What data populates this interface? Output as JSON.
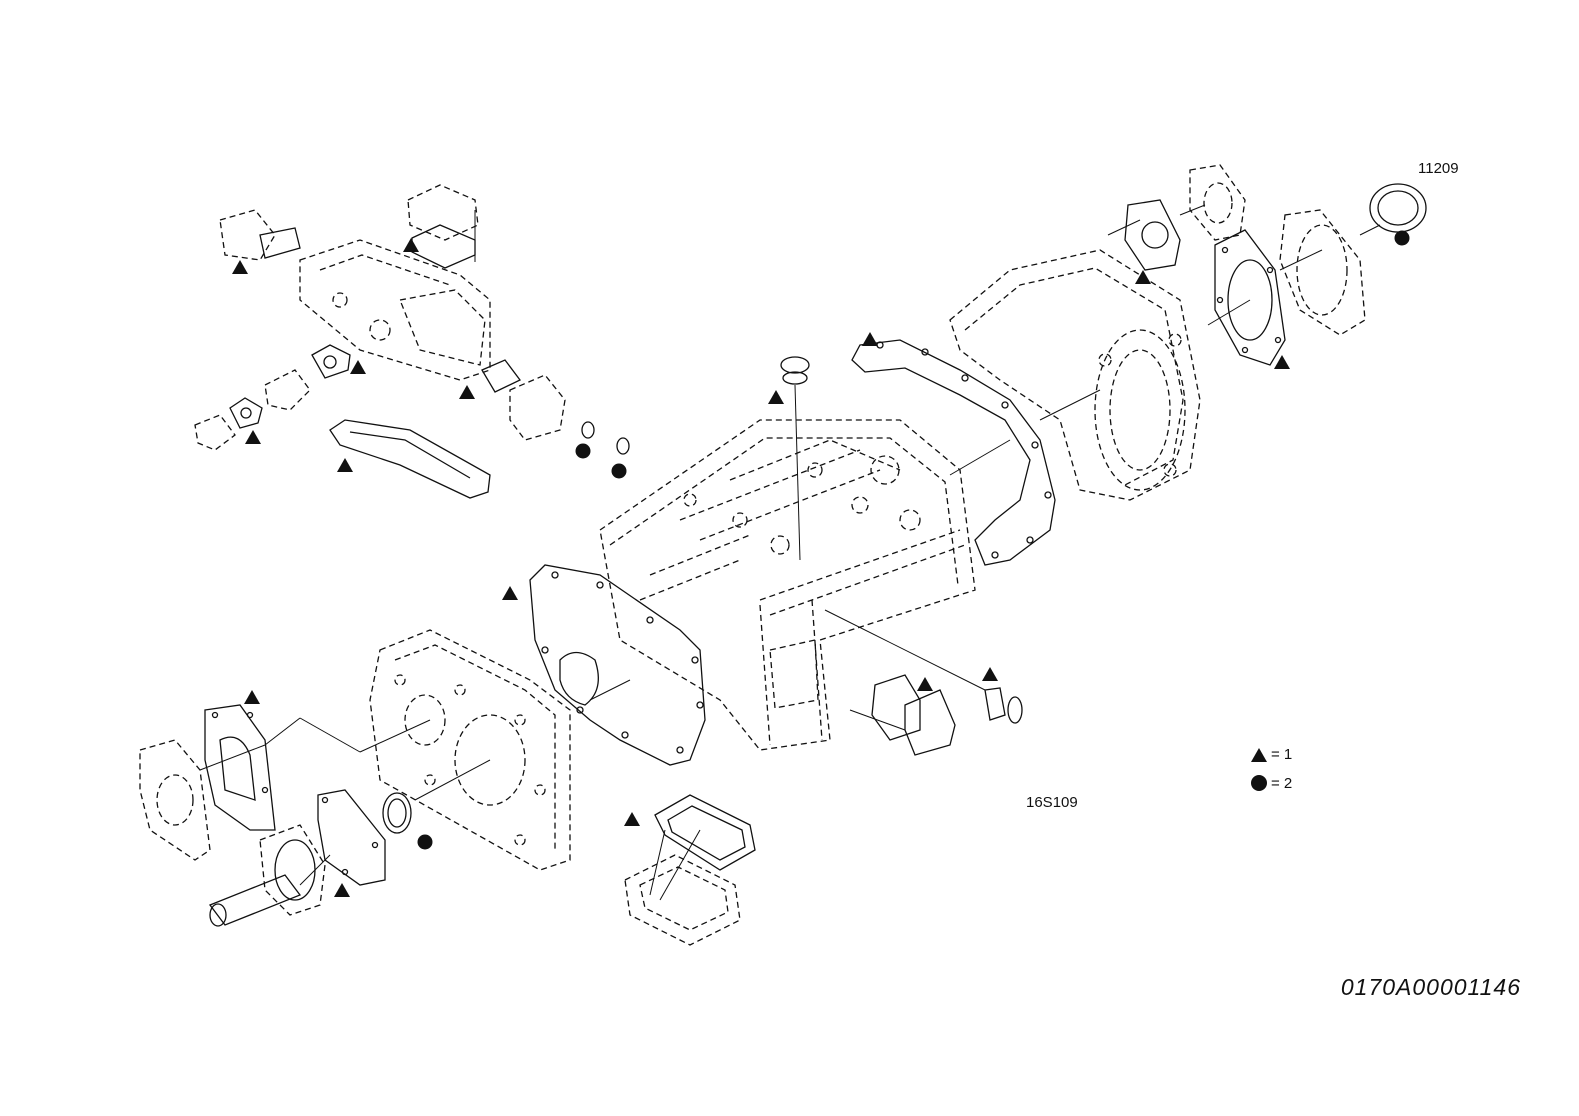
{
  "figure_labels": {
    "top_right_code": "11209",
    "center_code": "16S109",
    "drawing_number": "0170A00001146"
  },
  "legend": {
    "triangle_text": "= 1",
    "circle_text": "= 2"
  },
  "colors": {
    "line": "#111111",
    "background": "#ffffff"
  },
  "symbols": {
    "triangle": "triangle-marker-icon",
    "circle": "circle-marker-icon"
  }
}
